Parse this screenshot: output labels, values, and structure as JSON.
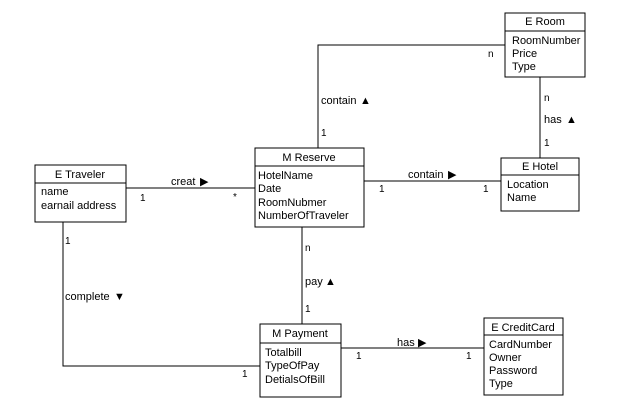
{
  "entities": {
    "room": {
      "title": "E Room",
      "attributes": [
        "RoomNumber",
        "Price",
        "Type"
      ]
    },
    "traveler": {
      "title": "E Traveler",
      "attributes": [
        "name",
        "earnail address"
      ]
    },
    "reserve": {
      "title": "M Reserve",
      "attributes": [
        "HotelName",
        "Date",
        "RoomNubmer",
        "NumberOfTraveler"
      ]
    },
    "hotel": {
      "title": "E Hotel",
      "attributes": [
        "Location",
        "Name"
      ]
    },
    "payment": {
      "title": "M Payment",
      "attributes": [
        "Totalbill",
        "TypeOfPay",
        "DetialsOfBill"
      ]
    },
    "creditcard": {
      "title": "E CreditCard",
      "attributes": [
        "CardNumber",
        "Owner",
        "Password",
        "Type"
      ]
    }
  },
  "relations": {
    "reserve_room": {
      "label": "contain",
      "arrow": "▲",
      "mult_start": "1",
      "mult_end": "n"
    },
    "room_hotel": {
      "label": "has",
      "arrow": "▲",
      "mult_start": "n",
      "mult_end": "1"
    },
    "traveler_reserve": {
      "label": "creat",
      "arrow": "▶",
      "mult_start": "1",
      "mult_end": "*"
    },
    "reserve_hotel": {
      "label": "contain",
      "arrow": "▶",
      "mult_start": "1",
      "mult_end": "1"
    },
    "reserve_payment": {
      "label": "pay",
      "arrow": "▲",
      "mult_start": "n",
      "mult_end": "1"
    },
    "traveler_payment": {
      "label": "complete",
      "arrow": "▼",
      "mult_start": "1",
      "mult_end": "1"
    },
    "payment_creditcard": {
      "label": "has",
      "arrow": "▶",
      "mult_start": "1",
      "mult_end": "1"
    }
  }
}
